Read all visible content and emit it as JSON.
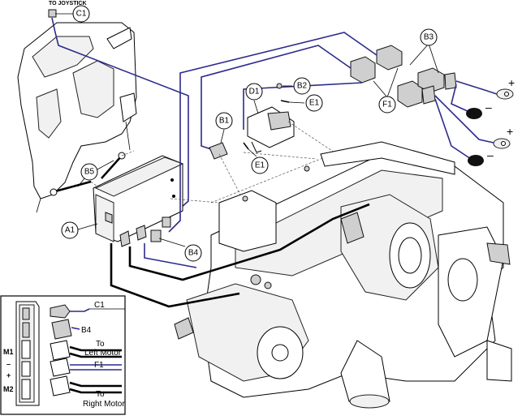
{
  "top_label": "TO JOYSTICK",
  "callouts": {
    "c1": "C1",
    "b3": "B3",
    "b2": "B2",
    "d1": "D1",
    "e1_top": "E1",
    "b1": "B1",
    "e1_bottom": "E1",
    "f1": "F1",
    "b5": "B5",
    "a1": "A1",
    "b4": "B4"
  },
  "terminals": {
    "plus_top": "+",
    "minus_top": "–",
    "plus_bottom": "+",
    "minus_bottom": "–"
  },
  "inset": {
    "c1": "C1",
    "b4": "B4",
    "left_motor_line1": "To",
    "left_motor_line2": "Left Motor",
    "f1": "F1",
    "right_motor_line1": "To",
    "right_motor_line2": "Right Motor",
    "m1": "M1",
    "minus": "–",
    "plus": "+",
    "m2": "M2"
  }
}
